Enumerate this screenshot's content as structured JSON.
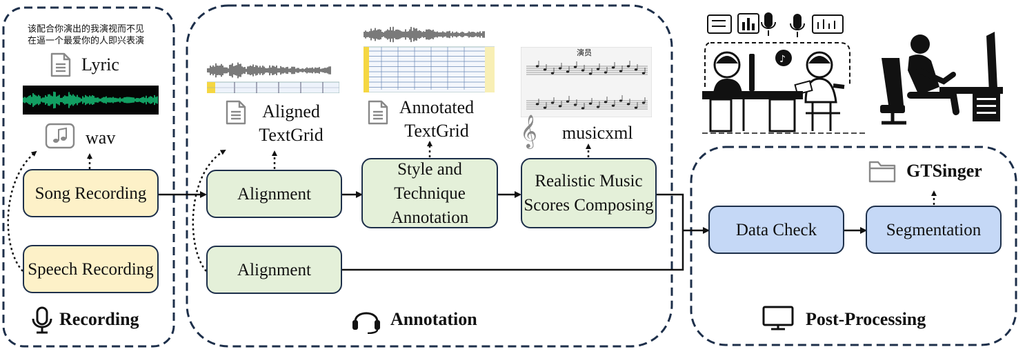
{
  "sections": {
    "recording": "Recording",
    "annotation": "Annotation",
    "post_processing": "Post-Processing"
  },
  "recording": {
    "lyric_text_line1": "该配合你演出的我演视而不见",
    "lyric_text_line2": "在逼一个最爱你的人即兴表演",
    "lyric_label": "Lyric",
    "wav_label": "wav",
    "song_recording": "Song Recording",
    "speech_recording": "Speech Recording"
  },
  "annotation": {
    "alignment_top": "Alignment",
    "alignment_bottom": "Alignment",
    "style_technique": "Style and Technique Annotation",
    "realistic_scores": "Realistic Music Scores Composing",
    "aligned_textgrid": "Aligned TextGrid",
    "annotated_textgrid": "Annotated TextGrid",
    "musicxml": "musicxml",
    "score_title": "演员"
  },
  "post": {
    "data_check": "Data Check",
    "segmentation": "Segmentation",
    "gtsinger": "GTSinger"
  },
  "colors": {
    "border": "#1d2f4a",
    "yellow": "#fdf1c8",
    "green": "#e4f0d9",
    "blue": "#c5d8f6",
    "wave_green": "#19e08a"
  },
  "icons": [
    "document-icon",
    "music-note-icon",
    "treble-clef-icon",
    "folder-icon",
    "microphone-icon",
    "headset-icon",
    "monitor-icon"
  ]
}
